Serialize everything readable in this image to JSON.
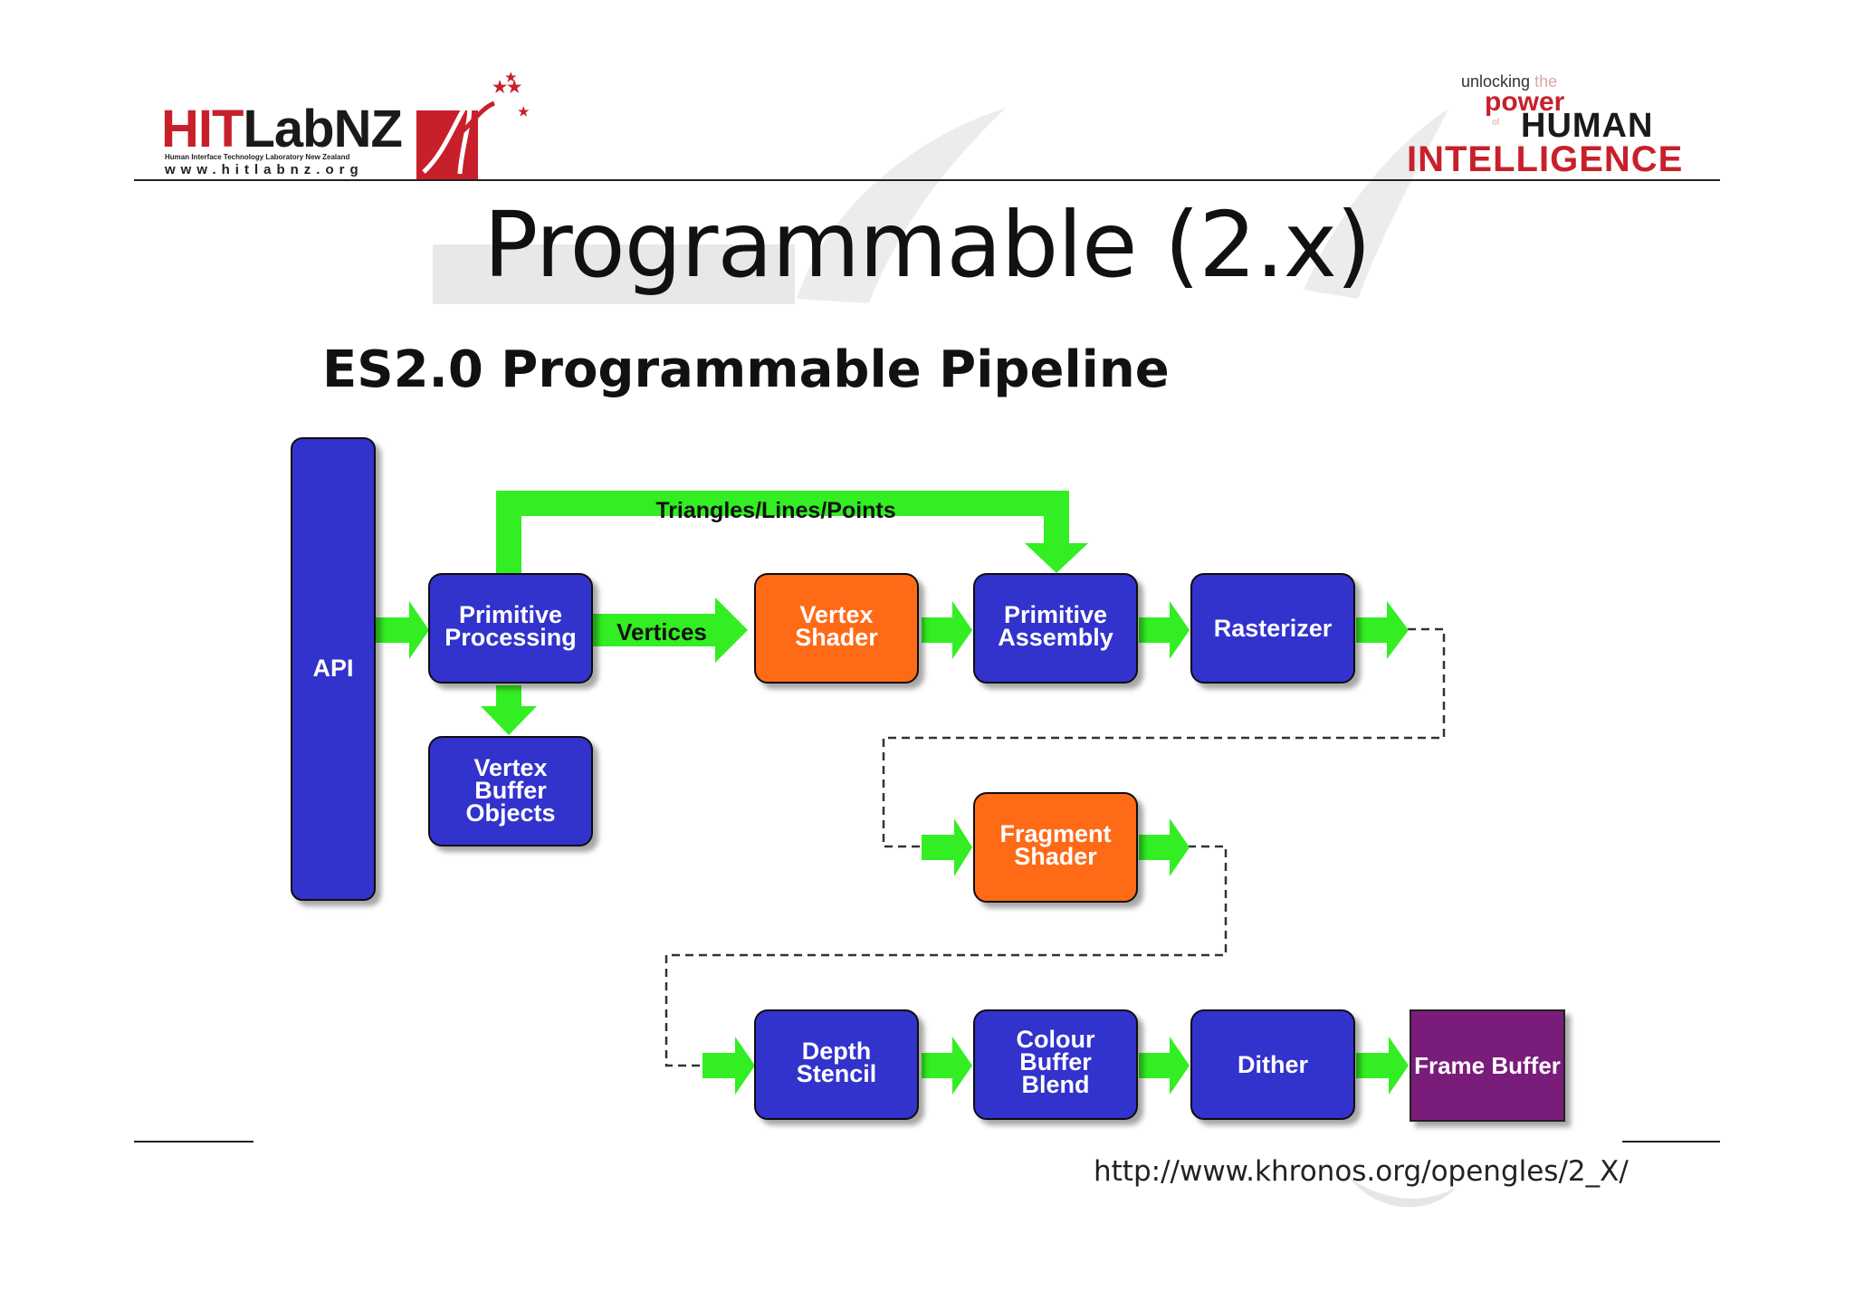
{
  "slide_title": "Programmable (2.x)",
  "logo_left": {
    "name_part1": "HIT",
    "name_part2": "Lab",
    "name_part3": "NZ",
    "subtitle": "Human Interface Technology Laboratory New Zealand",
    "url": "www.hitlabnz.org"
  },
  "logo_right": {
    "line1a": "unlocking",
    "line1b": "the",
    "line2": "power",
    "line3a": "of",
    "line3b": "HUMAN",
    "line4": "INTELLIGENCE"
  },
  "diagram": {
    "title": "ES2.0 Programmable Pipeline",
    "nodes": {
      "api": "API",
      "primitive_processing": [
        "Primitive",
        "Processing"
      ],
      "vertex_buffer_objects": [
        "Vertex",
        "Buffer",
        "Objects"
      ],
      "vertex_shader": [
        "Vertex",
        "Shader"
      ],
      "primitive_assembly": [
        "Primitive",
        "Assembly"
      ],
      "rasterizer": "Rasterizer",
      "fragment_shader": [
        "Fragment",
        "Shader"
      ],
      "depth_stencil": [
        "Depth",
        "Stencil"
      ],
      "colour_buffer_blend": [
        "Colour",
        "Buffer",
        "Blend"
      ],
      "dither": "Dither",
      "frame_buffer": "Frame Buffer"
    },
    "edge_labels": {
      "triangles": "Triangles/Lines/Points",
      "vertices": "Vertices"
    },
    "colors": {
      "blue_stage": "#3333cc",
      "programmable_stage": "#ff6a13",
      "frame_buffer": "#7a1a7a",
      "arrow": "#33ee22"
    }
  },
  "source_url": "http://www.khronos.org/opengles/2_X/"
}
